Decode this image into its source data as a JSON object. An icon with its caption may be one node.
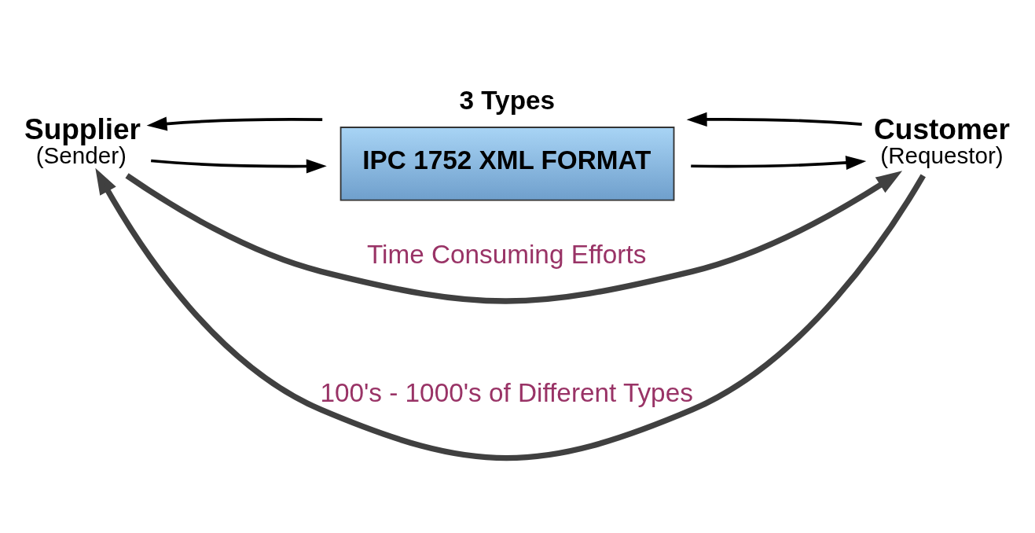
{
  "diagram": {
    "nodes": [
      {
        "text": [
          "Supplier",
          "(Sender)"
        ]
      },
      {
        "text": [
          "3 Types",
          "IPC 1752 XML FORMAT"
        ]
      },
      {
        "text": [
          "Customer",
          "(Requestor)"
        ]
      }
    ],
    "edges": [
      {
        "from": 1,
        "to": 0,
        "arrow": "to"
      },
      {
        "from": 0,
        "to": 1,
        "arrow": "to"
      },
      {
        "from": 2,
        "to": 1,
        "arrow": "to"
      },
      {
        "from": 1,
        "to": 2,
        "arrow": "to"
      },
      {
        "from": 2,
        "to": 0,
        "arrow": "to",
        "label": "100's - 1000's of Different Types",
        "style": "thick",
        "color": "#404040"
      },
      {
        "from": 0,
        "to": 2,
        "arrow": "to",
        "label": "Time Consuming Efforts",
        "style": "thick",
        "color": "#404040"
      }
    ]
  }
}
